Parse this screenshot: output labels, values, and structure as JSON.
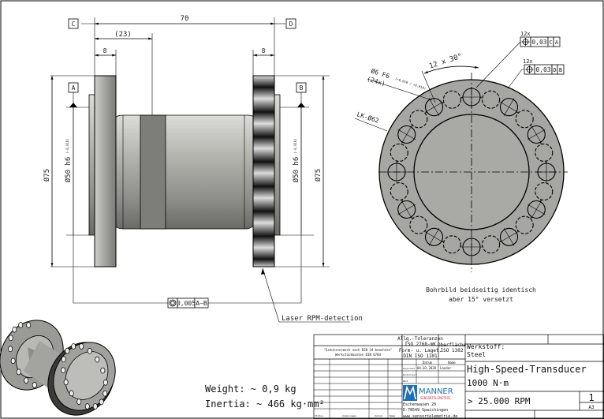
{
  "dimensions": {
    "overall_length": "70",
    "ref_length": "(23)",
    "flange_left": "8",
    "flange_right": "8",
    "dia_outer_left": "Ø75",
    "dia_outer_right": "Ø75",
    "dia_spigot_left": "Ø50 h6",
    "dia_spigot_right": "Ø50 h6",
    "spigot_tol": "(-0,016)"
  },
  "datums": {
    "a": "A",
    "b": "B",
    "c": "C",
    "d": "D"
  },
  "runout_frame": {
    "value": "0,005",
    "ref": "A–B"
  },
  "laser_label": "Laser RPM-detection",
  "front_view": {
    "hole_callout": "Ø6 F6",
    "hole_tol": "(+0,018 / +0,010)",
    "hole_count": "(24x)",
    "angle": "12 x 30°",
    "pcd": "LK-Ø62",
    "pos1_count": "12x",
    "pos1_value": "0,03",
    "pos1_ref1": "C",
    "pos1_ref2": "A",
    "pos2_count": "12x",
    "pos2_value": "0,03",
    "pos2_ref1": "D",
    "pos2_ref2": "B",
    "note_line1": "Bohrbild beidseitig identisch",
    "note_line2": "aber 15° versetzt"
  },
  "specs": {
    "weight": "Weight: ~ 0,9 kg",
    "inertia": "Inertia: ~ 466 kg·mm²"
  },
  "title_block": {
    "tol_general_1": "Allg.-Toleranzen",
    "tol_general_2": "ISO 2768-mK",
    "surface_1": "Oberfläche",
    "surface_2": "ISO 1302",
    "form_1": "Form- u. Laget.",
    "form_2": "DIN ISO 1101",
    "protection_1": "\"Schutzvermerk nach DIN 34 beachten\"",
    "protection_2": "Werkstückkanten DIN 6784",
    "col_datum": "Datum",
    "col_name": "Name",
    "row_drawn": "Gezeichnet",
    "row_checked": "Kontrolliert",
    "row_norm": "Norm",
    "drawn_date": "04.03.2020",
    "drawn_name": "Lander",
    "rev_status": "Status",
    "rev_changes": "Änderungen",
    "rev_date": "Datum",
    "rev_name": "Name",
    "company": "MANNER",
    "company_sub": "SENSORTELEMETRIE",
    "address_1": "Eschenwasen 20",
    "address_2": "D-78549 Spaichingen",
    "website": "www.sensortelemetrie.de",
    "material_label": "Werkstoff:",
    "material": "Steel",
    "title_1": "High-Speed-Transducer",
    "title_2": "1000 N·m",
    "speed": "> 25.000 RPM",
    "sheet": "1",
    "format": "A3"
  },
  "colors": {
    "accent": "#1e6fb5",
    "red": "#d8354b",
    "metal": "#a9a9a6"
  }
}
